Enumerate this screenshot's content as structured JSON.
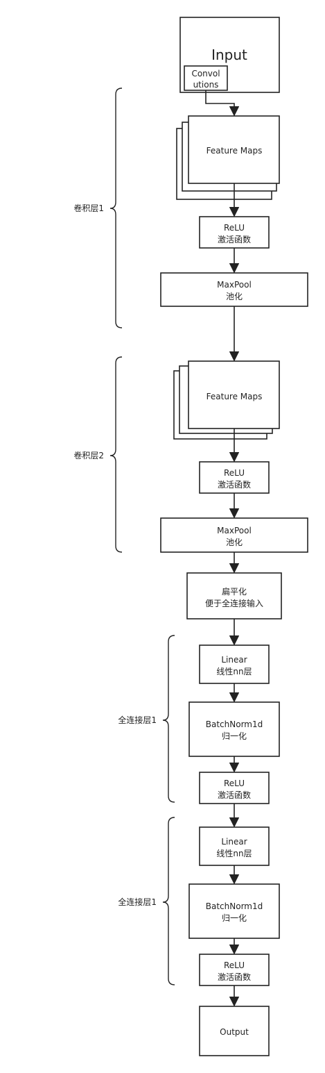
{
  "nodes": {
    "input": "Input",
    "convolutions": [
      "Convol",
      "utions"
    ],
    "feature_maps_1": "Feature Maps",
    "relu_1": [
      "ReLU",
      "激活函数"
    ],
    "maxpool_1": [
      "MaxPool",
      "池化"
    ],
    "feature_maps_2": "Feature Maps",
    "relu_2": [
      "ReLU",
      "激活函数"
    ],
    "maxpool_2": [
      "MaxPool",
      "池化"
    ],
    "flatten": [
      "扁平化",
      "便于全连接输入"
    ],
    "linear_1": [
      "Linear",
      "线性nn层"
    ],
    "batchnorm_1": [
      "BatchNorm1d",
      "归一化"
    ],
    "relu_3": [
      "ReLU",
      "激活函数"
    ],
    "linear_2": [
      "Linear",
      "线性nn层"
    ],
    "batchnorm_2": [
      "BatchNorm1d",
      "归一化"
    ],
    "relu_4": [
      "ReLU",
      "激活函数"
    ],
    "output": "Output"
  },
  "groups": {
    "conv_layer_1": "卷积层1",
    "conv_layer_2": "卷积层2",
    "fc_layer_1": "全连接层1",
    "fc_layer_2": "全连接层1"
  }
}
